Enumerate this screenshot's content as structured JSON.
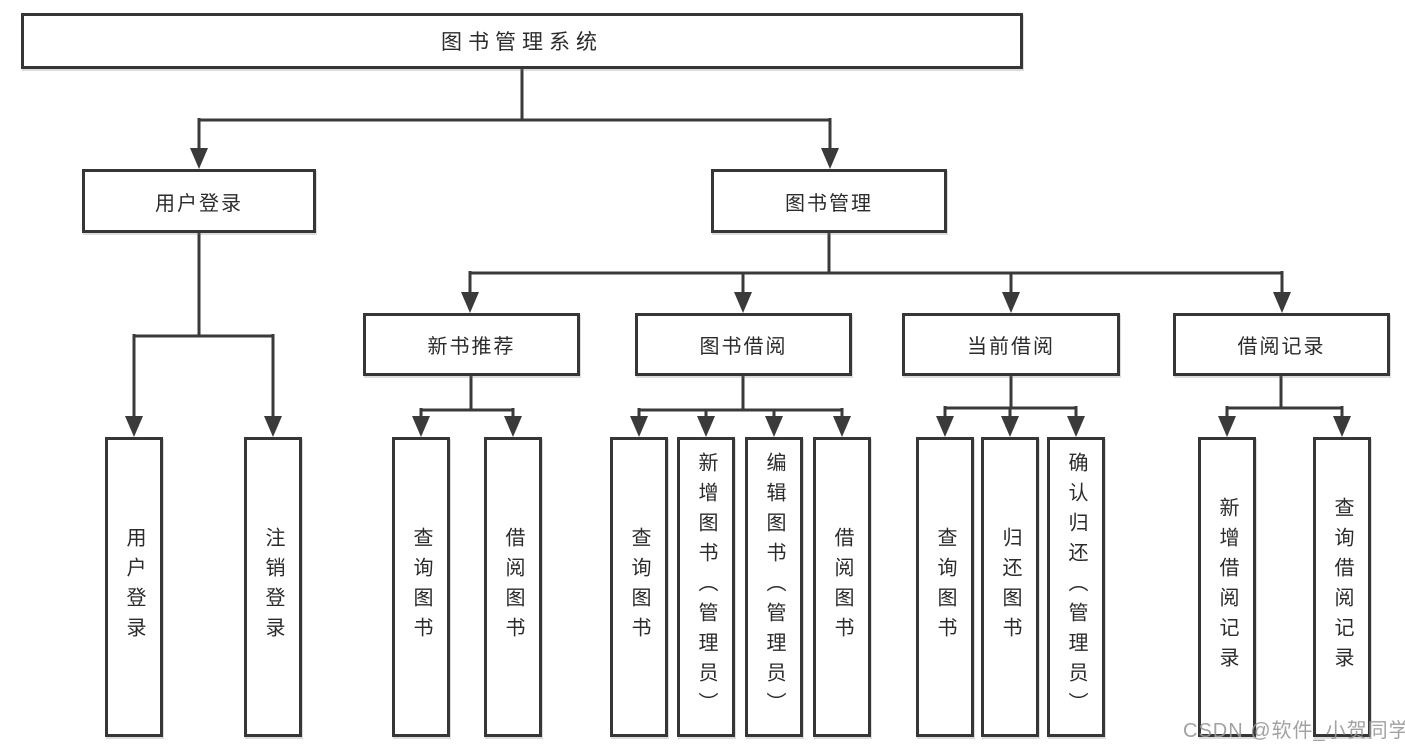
{
  "diagram_title": "图书管理系统",
  "colors": {
    "line": "#3a3a3a",
    "border": "#363636",
    "text": "#2b2b2b",
    "watermark": "#989898",
    "background": "#ffffff"
  },
  "nodes": {
    "root": {
      "label": "图书管理系统"
    },
    "user_login": {
      "label": "用户登录"
    },
    "book_management": {
      "label": "图书管理"
    },
    "new_book_recommend": {
      "label": "新书推荐"
    },
    "book_borrowing": {
      "label": "图书借阅"
    },
    "current_borrowing": {
      "label": "当前借阅"
    },
    "borrowing_records": {
      "label": "借阅记录"
    },
    "leaf_user_login": {
      "label": "用户登录"
    },
    "leaf_logout": {
      "label": "注销登录"
    },
    "leaf_recommend_query_book": {
      "label": "查询图书"
    },
    "leaf_recommend_borrow_book": {
      "label": "借阅图书"
    },
    "leaf_borrowing_query_book": {
      "label": "查询图书"
    },
    "leaf_borrowing_add_book": {
      "label": "新增图书（管理员）"
    },
    "leaf_borrowing_edit_book": {
      "label": "编辑图书（管理员）"
    },
    "leaf_borrowing_borrow_book": {
      "label": "借阅图书"
    },
    "leaf_current_query_book": {
      "label": "查询图书"
    },
    "leaf_current_return_book": {
      "label": "归还图书"
    },
    "leaf_current_confirm_return": {
      "label": "确认归还（管理员）"
    },
    "leaf_records_add_record": {
      "label": "新增借阅记录"
    },
    "leaf_records_query_record": {
      "label": "查询借阅记录"
    }
  },
  "watermark": "CSDN @软件_小贺同学"
}
